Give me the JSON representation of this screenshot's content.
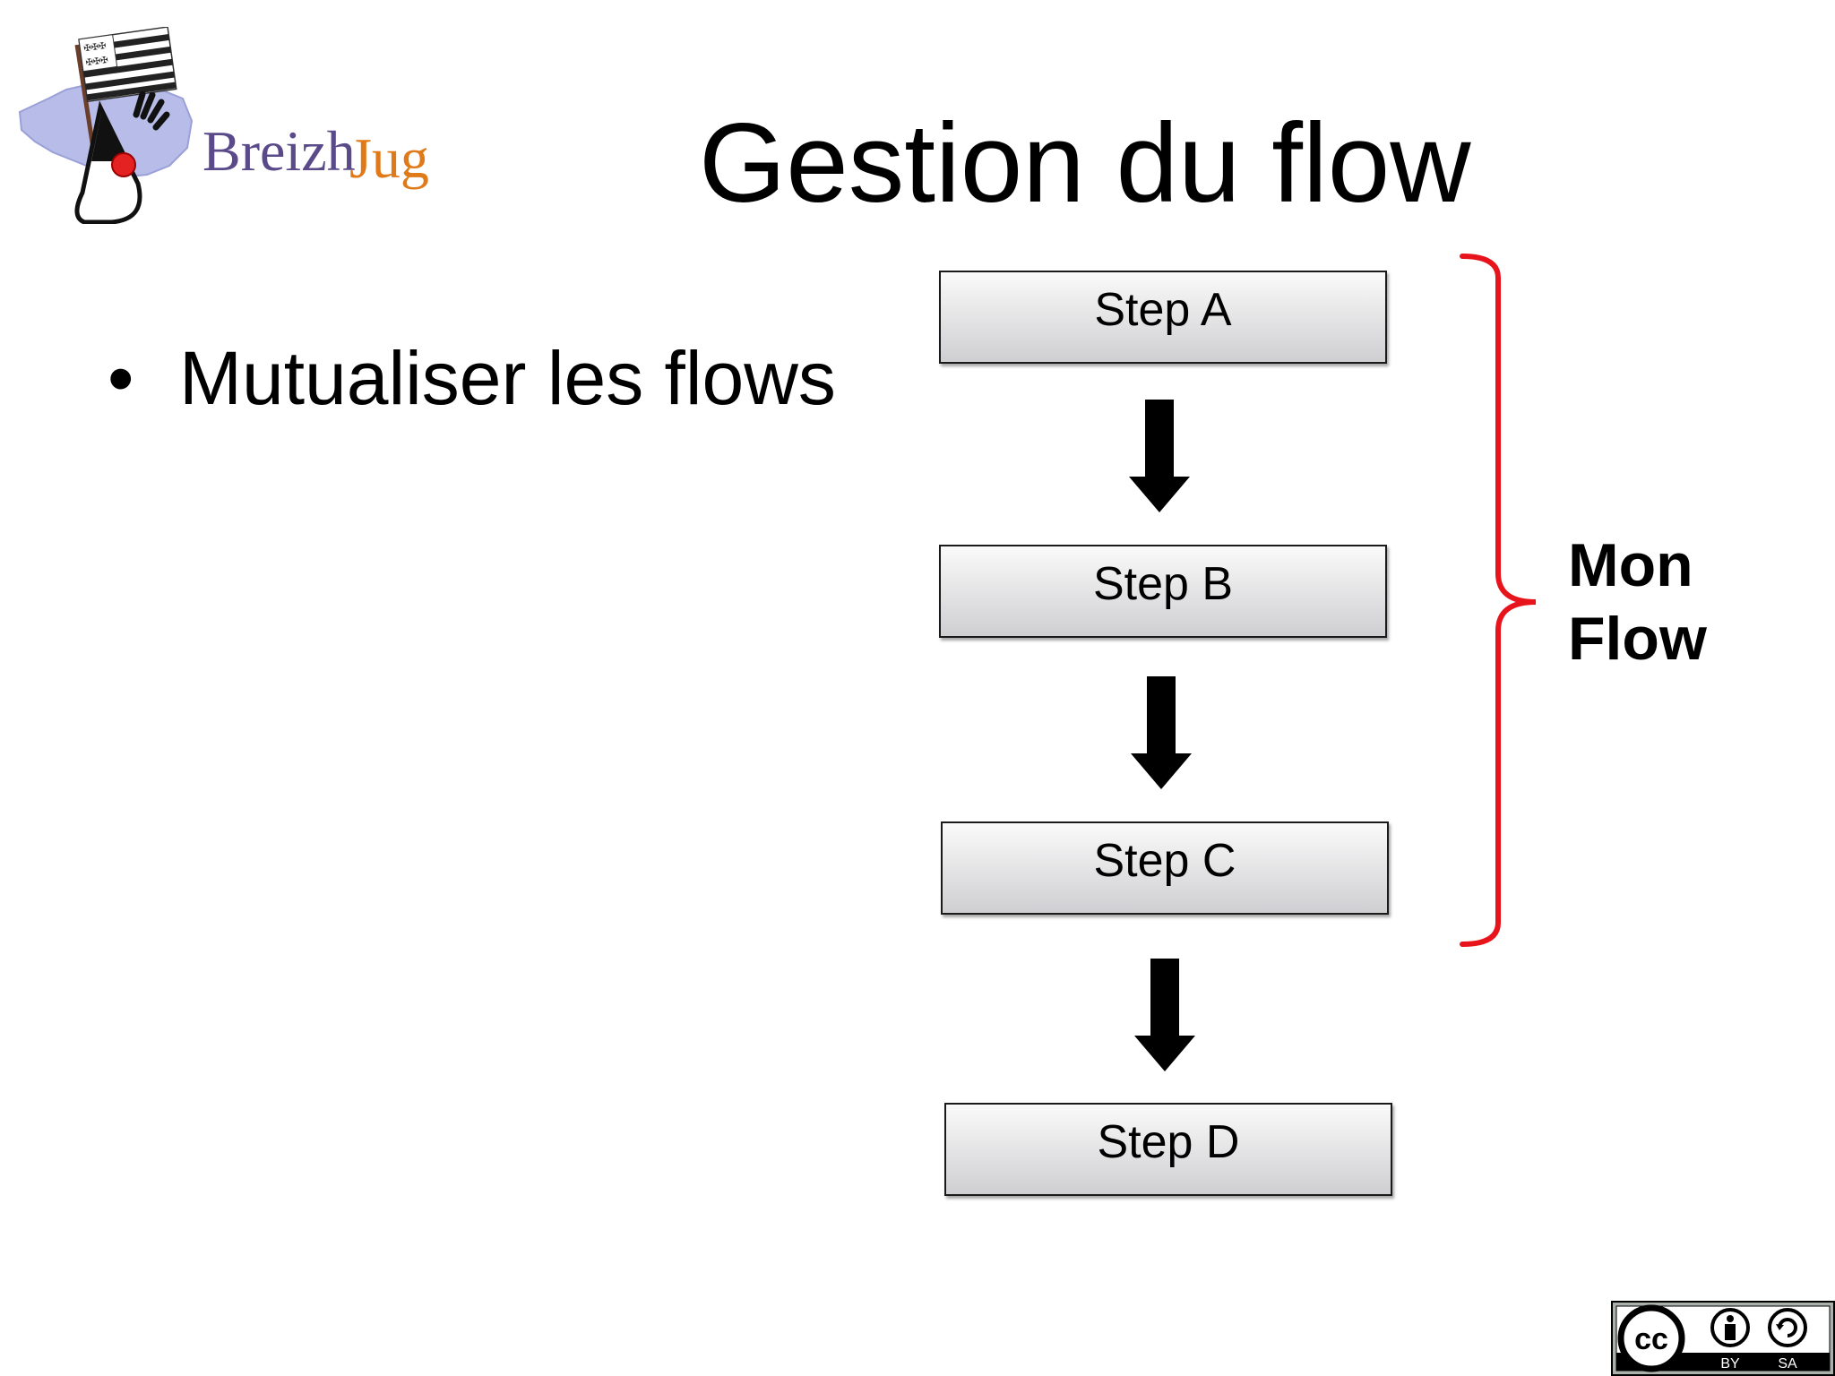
{
  "logo": {
    "text_left": "Breizh",
    "text_right": "Jug"
  },
  "title": "Gestion du flow",
  "bullet": {
    "marker": "•",
    "text": "Mutualiser les flows"
  },
  "steps": [
    {
      "label": "Step A"
    },
    {
      "label": "Step B"
    },
    {
      "label": "Step C"
    },
    {
      "label": "Step D"
    }
  ],
  "group_label": {
    "line1": "Mon",
    "line2": "Flow"
  },
  "license_badge": {
    "cc": "cc",
    "by": "BY",
    "sa": "SA"
  },
  "colors": {
    "brace": "#e8141c",
    "arrow": "#000000",
    "logo_text": "#5a4a8a",
    "logo_accent": "#e07a18",
    "logo_map": "#b7bde8"
  }
}
